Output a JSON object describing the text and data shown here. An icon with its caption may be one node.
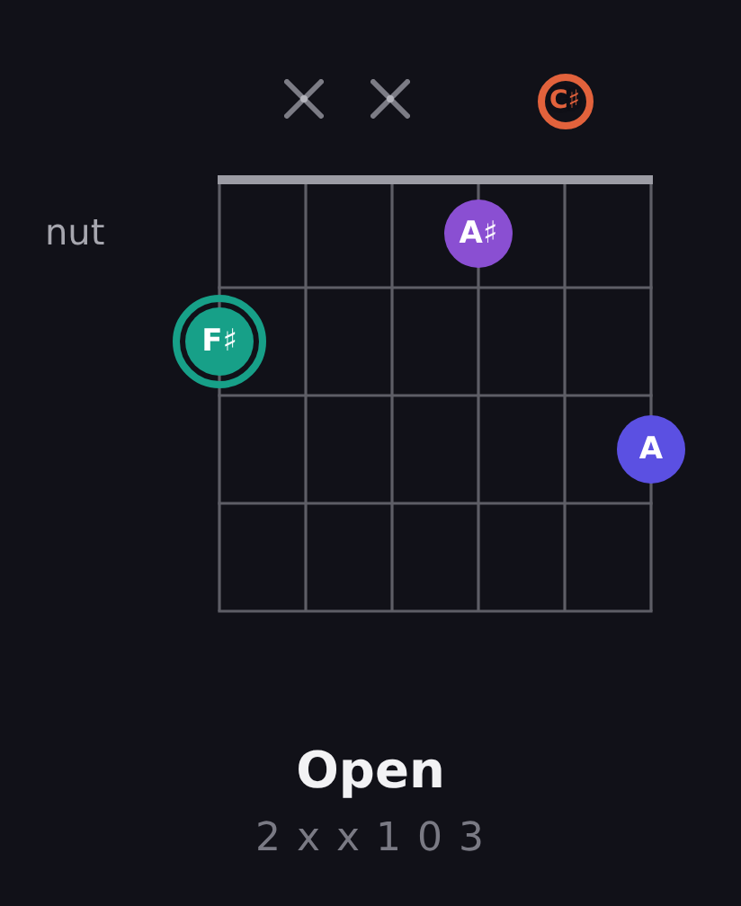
{
  "diagram": {
    "title": "Open",
    "nodes": [
      {
        "text": [
          "C♯"
        ]
      },
      {
        "text": [
          "A♯"
        ]
      },
      {
        "text": [
          "F♯"
        ]
      },
      {
        "text": [
          "A"
        ]
      }
    ],
    "labels": [
      "nut",
      "2 x x 1 0 3"
    ]
  }
}
